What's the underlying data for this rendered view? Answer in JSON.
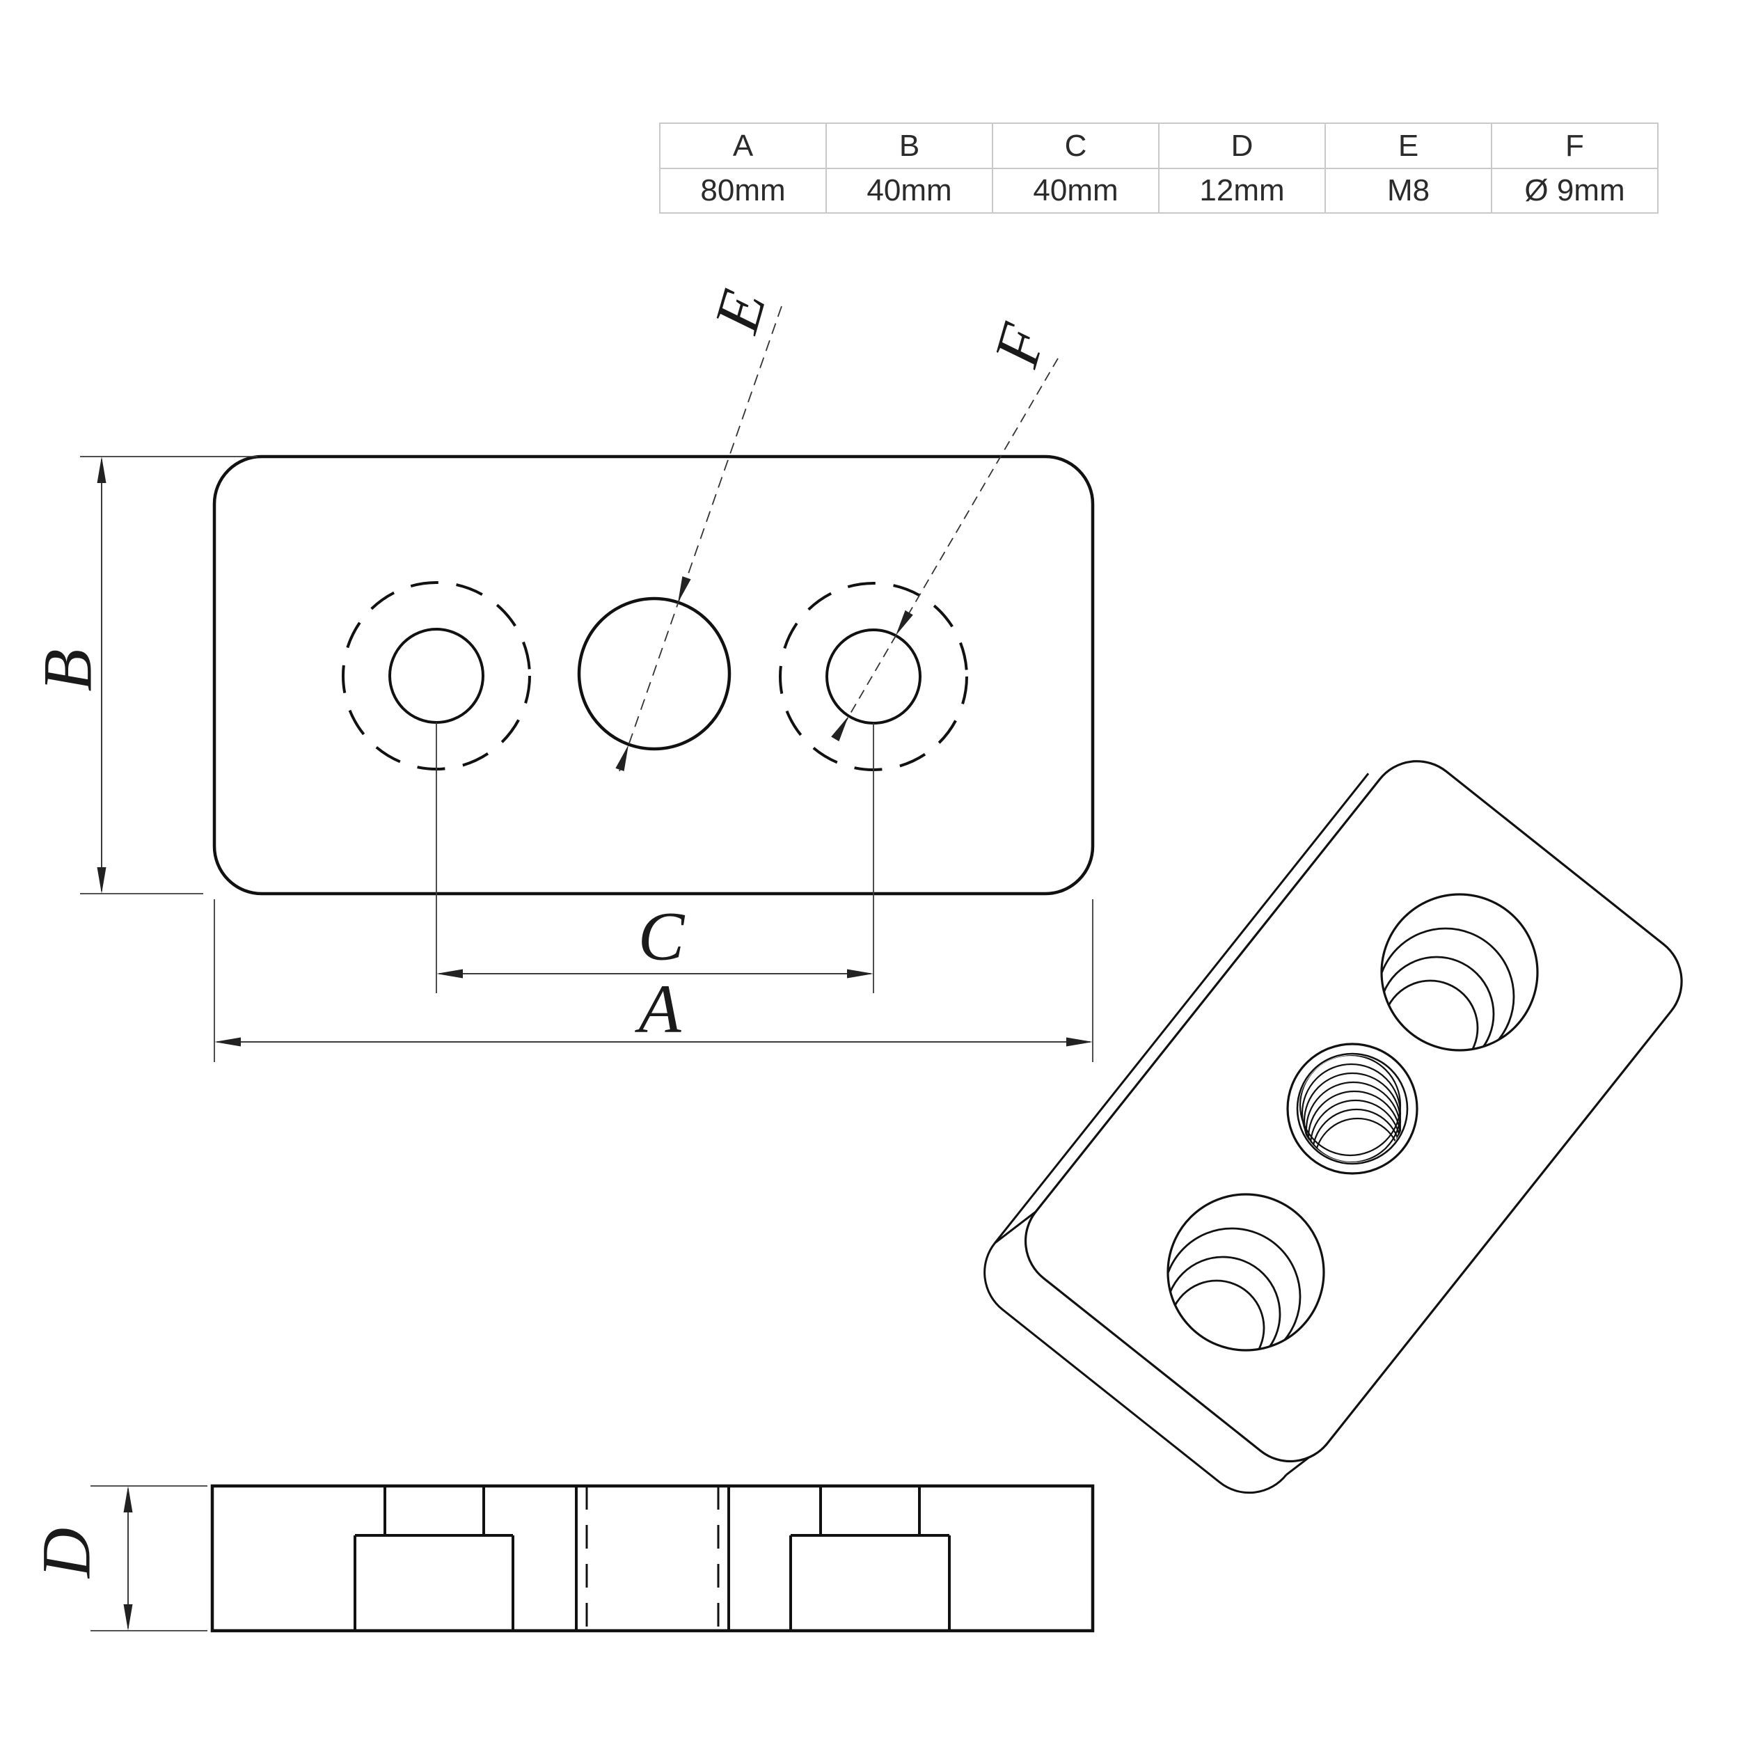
{
  "table": {
    "headers": [
      "A",
      "B",
      "C",
      "D",
      "E",
      "F"
    ],
    "values": [
      "80mm",
      "40mm",
      "40mm",
      "12mm",
      "M8",
      "Ø 9mm"
    ]
  },
  "labels": {
    "a": "A",
    "b": "B",
    "c": "C",
    "d": "D",
    "e": "E",
    "f": "F"
  },
  "colors": {
    "outline": "#111111",
    "dimension_line": "#3a3a3a",
    "table_border": "#c9c9c9",
    "text": "#2b2b2b",
    "background": "#ffffff"
  }
}
